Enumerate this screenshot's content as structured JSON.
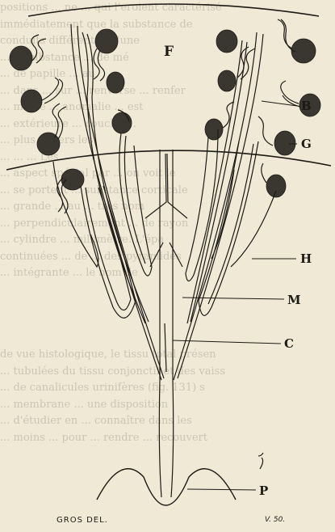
{
  "background_text": [
    "positions ... ne ... qui l'eroient caractérisé",
    "immédiatement que la substance de",
    "conduits différents : d'une",
    "... la substance ... de mé",
    "... de papille ... au",
    "... dans ... sur ... renverse ... renfer",
    "... même ... anomalie ... est",
    "... extérieure ... couche ...",
    "... plus ... vers les",
    "... ... ... Les",
    "... aspect spécial par ... on voit le",
    "... se portent ... substance corticale",
    "... grande ... au ... très nom",
    "... perpendiculairement ... de rayon",
    "... cylindre ... millimètre. L'épa",
    "continuées ... de ... des pyramides",
    "... intégrante ... le nom de",
    "",
    "de vue histologique, le tissu total présen",
    "... tubulées du tissu conjonctif et des vaiss",
    "... de canalicules urinifères (fig. 131) s",
    "... membrane ... une disposition",
    "... d'étudier en ... connaître dans les",
    "... moins ... pour ... rendre ... recouvert"
  ],
  "labels": {
    "F": "F",
    "B": "B",
    "G": "G",
    "H": "H",
    "M": "M",
    "C": "C",
    "P": "P"
  },
  "caption": {
    "left": "GROS DEL.",
    "right": "V. 50."
  },
  "colors": {
    "ink": "#1c1a15",
    "paper": "#efe9d6",
    "glomerulus": "#3a3730"
  }
}
